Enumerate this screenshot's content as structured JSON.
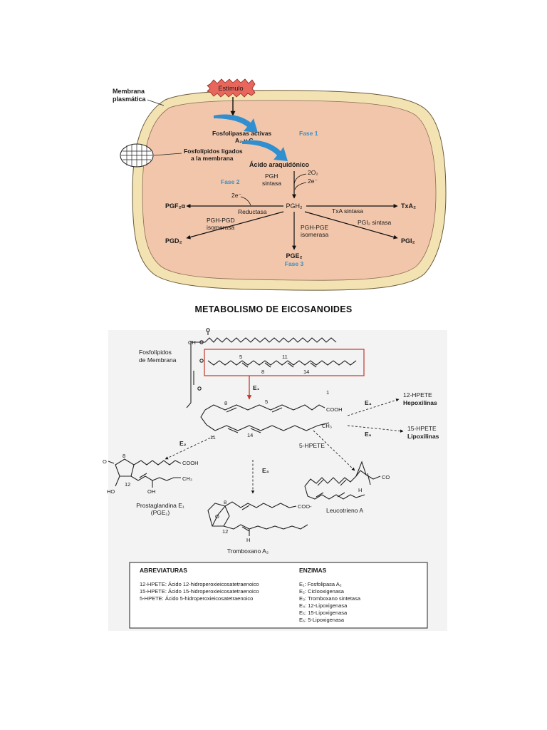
{
  "cell": {
    "membrane_label_1": "Membrana",
    "membrane_label_2": "plasmática",
    "stimulus": "Estímulo",
    "phospholipase_1": "Fosfolipasas activas",
    "phospholipase_2": "A₂ y C",
    "phase1": "Fase 1",
    "phospholipids_1": "Fosfolípidos ligados",
    "phospholipids_2": "a la membrana",
    "arachidonic": "Ácido araquidónico",
    "phase2": "Fase 2",
    "pgh_synthase_1": "PGH",
    "pgh_synthase_2": "sintasa",
    "o2": "2O₂",
    "e2_top": "2e⁻",
    "e2_left": "2e⁻",
    "pgh2": "PGH₂",
    "pgf2a": "PGF₂α",
    "reductase": "Reductasa",
    "txa_synthase": "TxA sintasa",
    "txa2": "TxA₂",
    "pgh_pgd_1": "PGH-PGD",
    "pgh_pgd_2": "isomerasa",
    "pgd2": "PGD₂",
    "pgh_pge_1": "PGH-PGE",
    "pgh_pge_2": "isomerasa",
    "pge2": "PGE₂",
    "pgi2_synthase": "PGI₂ sintasa",
    "pgi2": "PGI₂",
    "phase3": "Fase 3"
  },
  "title": "METABOLISMO DE EICOSANOIDES",
  "pathway": {
    "membrane_phospholipids_1": "Fosfolípidos",
    "membrane_phospholipids_2": "de Membrana",
    "n5": "5",
    "n8": "8",
    "n11": "11",
    "n14": "14",
    "e1": "E₁",
    "c1": "1",
    "cooh": "COOH",
    "a5": "5",
    "a8": "8",
    "a11": "11",
    "a14": "14",
    "ch3": "CH₃",
    "e4": "E₄",
    "hpete12": "12-HPETE",
    "hepoxilinas": "Hepoxilinas",
    "e5": "E₅",
    "hpete15": "15-HPETE",
    "lipoxilinas": "Lipoxilinas",
    "e2": "E₂",
    "hpete5": "5-HPETE",
    "e3": "E₃",
    "pge1_cooh": "COOH",
    "pge1_ch3": "CH₃",
    "pge1_o": "O",
    "pge1_8": "8",
    "pge1_12": "12",
    "pge1_ho": "HO",
    "pge1_oh": "OH",
    "pge1_name_1": "Prostaglandina E₁",
    "pge1_name_2": "(PGE₁)",
    "leuco_co": "CO",
    "leuco_h": "H",
    "leuco_name": "Leucotrieno A",
    "tx_coo": "COO-",
    "tx_o": "O",
    "tx_8": "8",
    "tx_12": "12",
    "tx_h": "H",
    "tx_name": "Tromboxano A₂"
  },
  "legend": {
    "abbr_title": "ABREVIATURAS",
    "abbr": [
      "12-HPETE: Ácido 12-hidroperoxieicosatetraenoico",
      "15-HPETE: Ácido 15-hidroperoxieicosatetraenoico",
      "5-HPETE: Ácido 5-hidroperoxieicosatetraenoico"
    ],
    "enz_title": "ENZIMAS",
    "enz": [
      "E₁: Fosfolipasa A₂",
      "E₂: Ciclooxigenasa",
      "E₃: Tromboxano sintetasa",
      "E₄: 12-Lipoxigenasa",
      "E₅: 15-Lipoxigenasa",
      "E₆: 5-Lipoxigenasa"
    ]
  },
  "colors": {
    "cell_fill": "#f2c6ab",
    "membrane": "#f4e3b2",
    "stimulus": "#e8665c",
    "arrow_blue": "#2f8fd0",
    "phase_blue": "#3a8fc4",
    "box_red": "#c0392b",
    "panel_bg": "#f3f3f3"
  }
}
